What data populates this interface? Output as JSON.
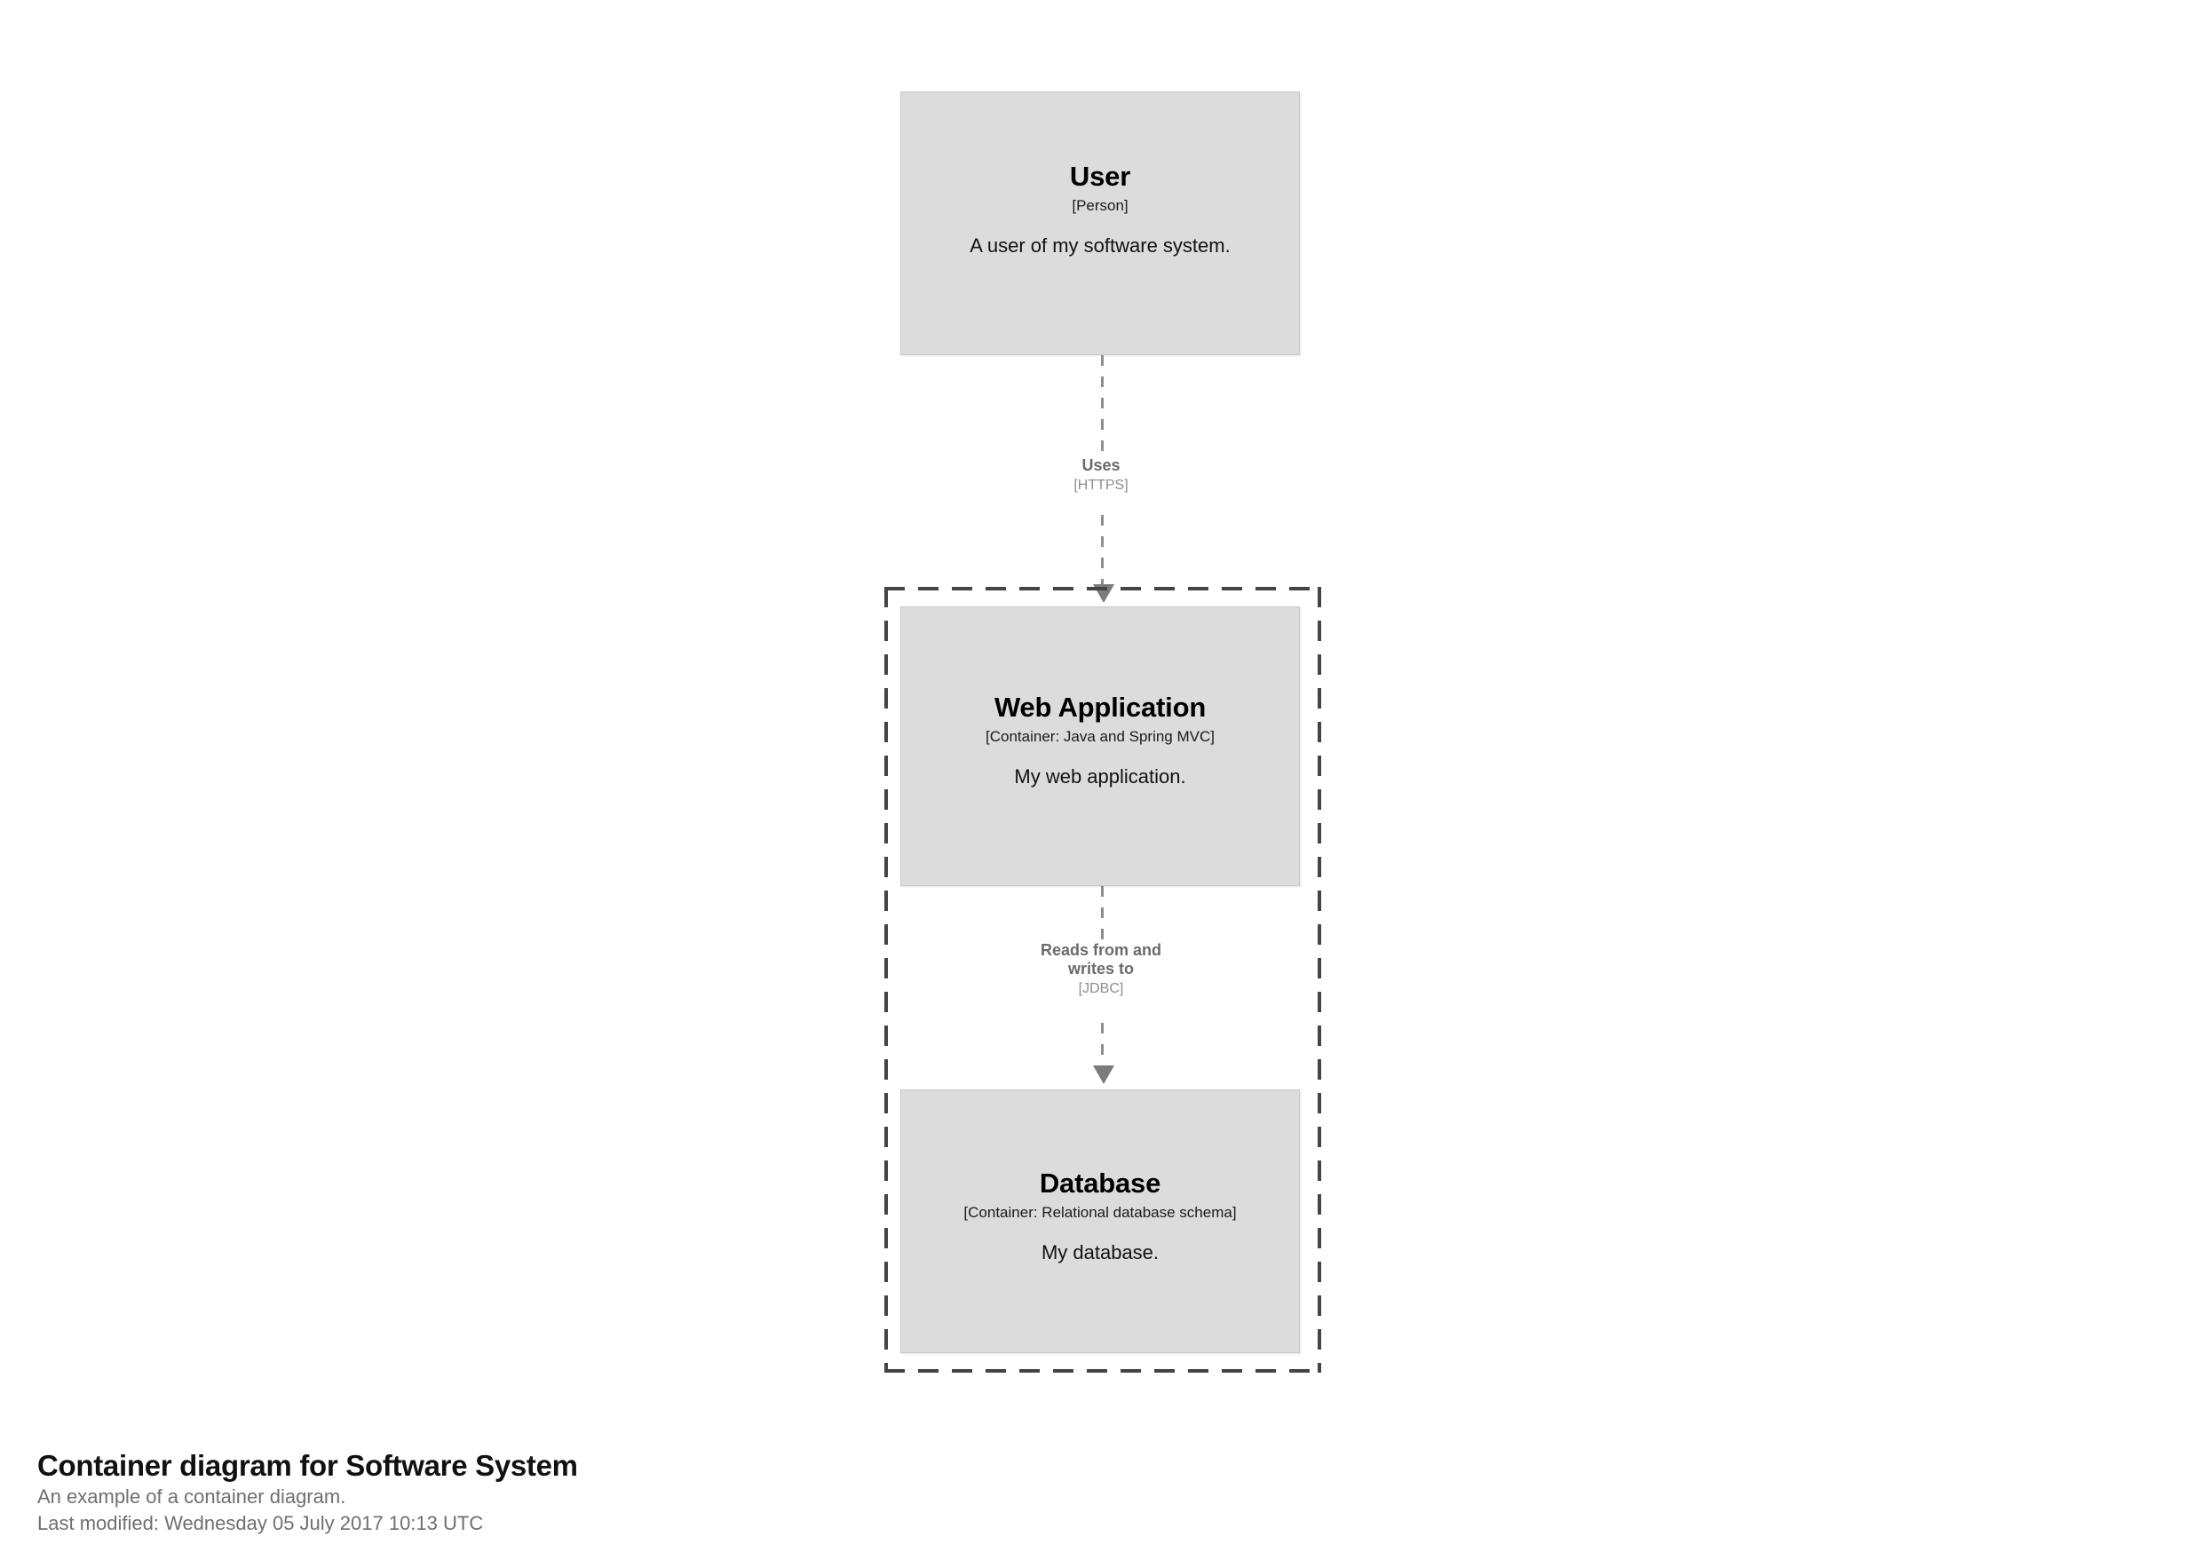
{
  "diagram": {
    "type": "c4-container-diagram",
    "background_color": "#ffffff",
    "element_fill_color": "#dcdcdc",
    "element_border_color": "#c8c8c8",
    "boundary_stroke_color": "#444444",
    "relationship_stroke_color": "#8d8d8d",
    "elements": [
      {
        "id": "user",
        "name": "User",
        "type": "[Person]",
        "description": "A user of my software system."
      },
      {
        "id": "webapp",
        "name": "Web Application",
        "type": "[Container: Java and Spring MVC]",
        "description": "My web application."
      },
      {
        "id": "database",
        "name": "Database",
        "type": "[Container: Relational database schema]",
        "description": "My database."
      }
    ],
    "boundary": {
      "id": "software-system",
      "style": "dashed"
    },
    "relationships": [
      {
        "id": "rel1",
        "source": "user",
        "destination": "webapp",
        "description": "Uses",
        "technology": "[HTTPS]"
      },
      {
        "id": "rel2",
        "source": "webapp",
        "destination": "database",
        "description": "Reads from and\nwrites to",
        "technology": "[JDBC]"
      }
    ]
  },
  "caption": {
    "title": "Container diagram for Software System",
    "description": "An example of a container diagram.",
    "last_modified": "Last modified: Wednesday 05 July 2017 10:13 UTC"
  }
}
